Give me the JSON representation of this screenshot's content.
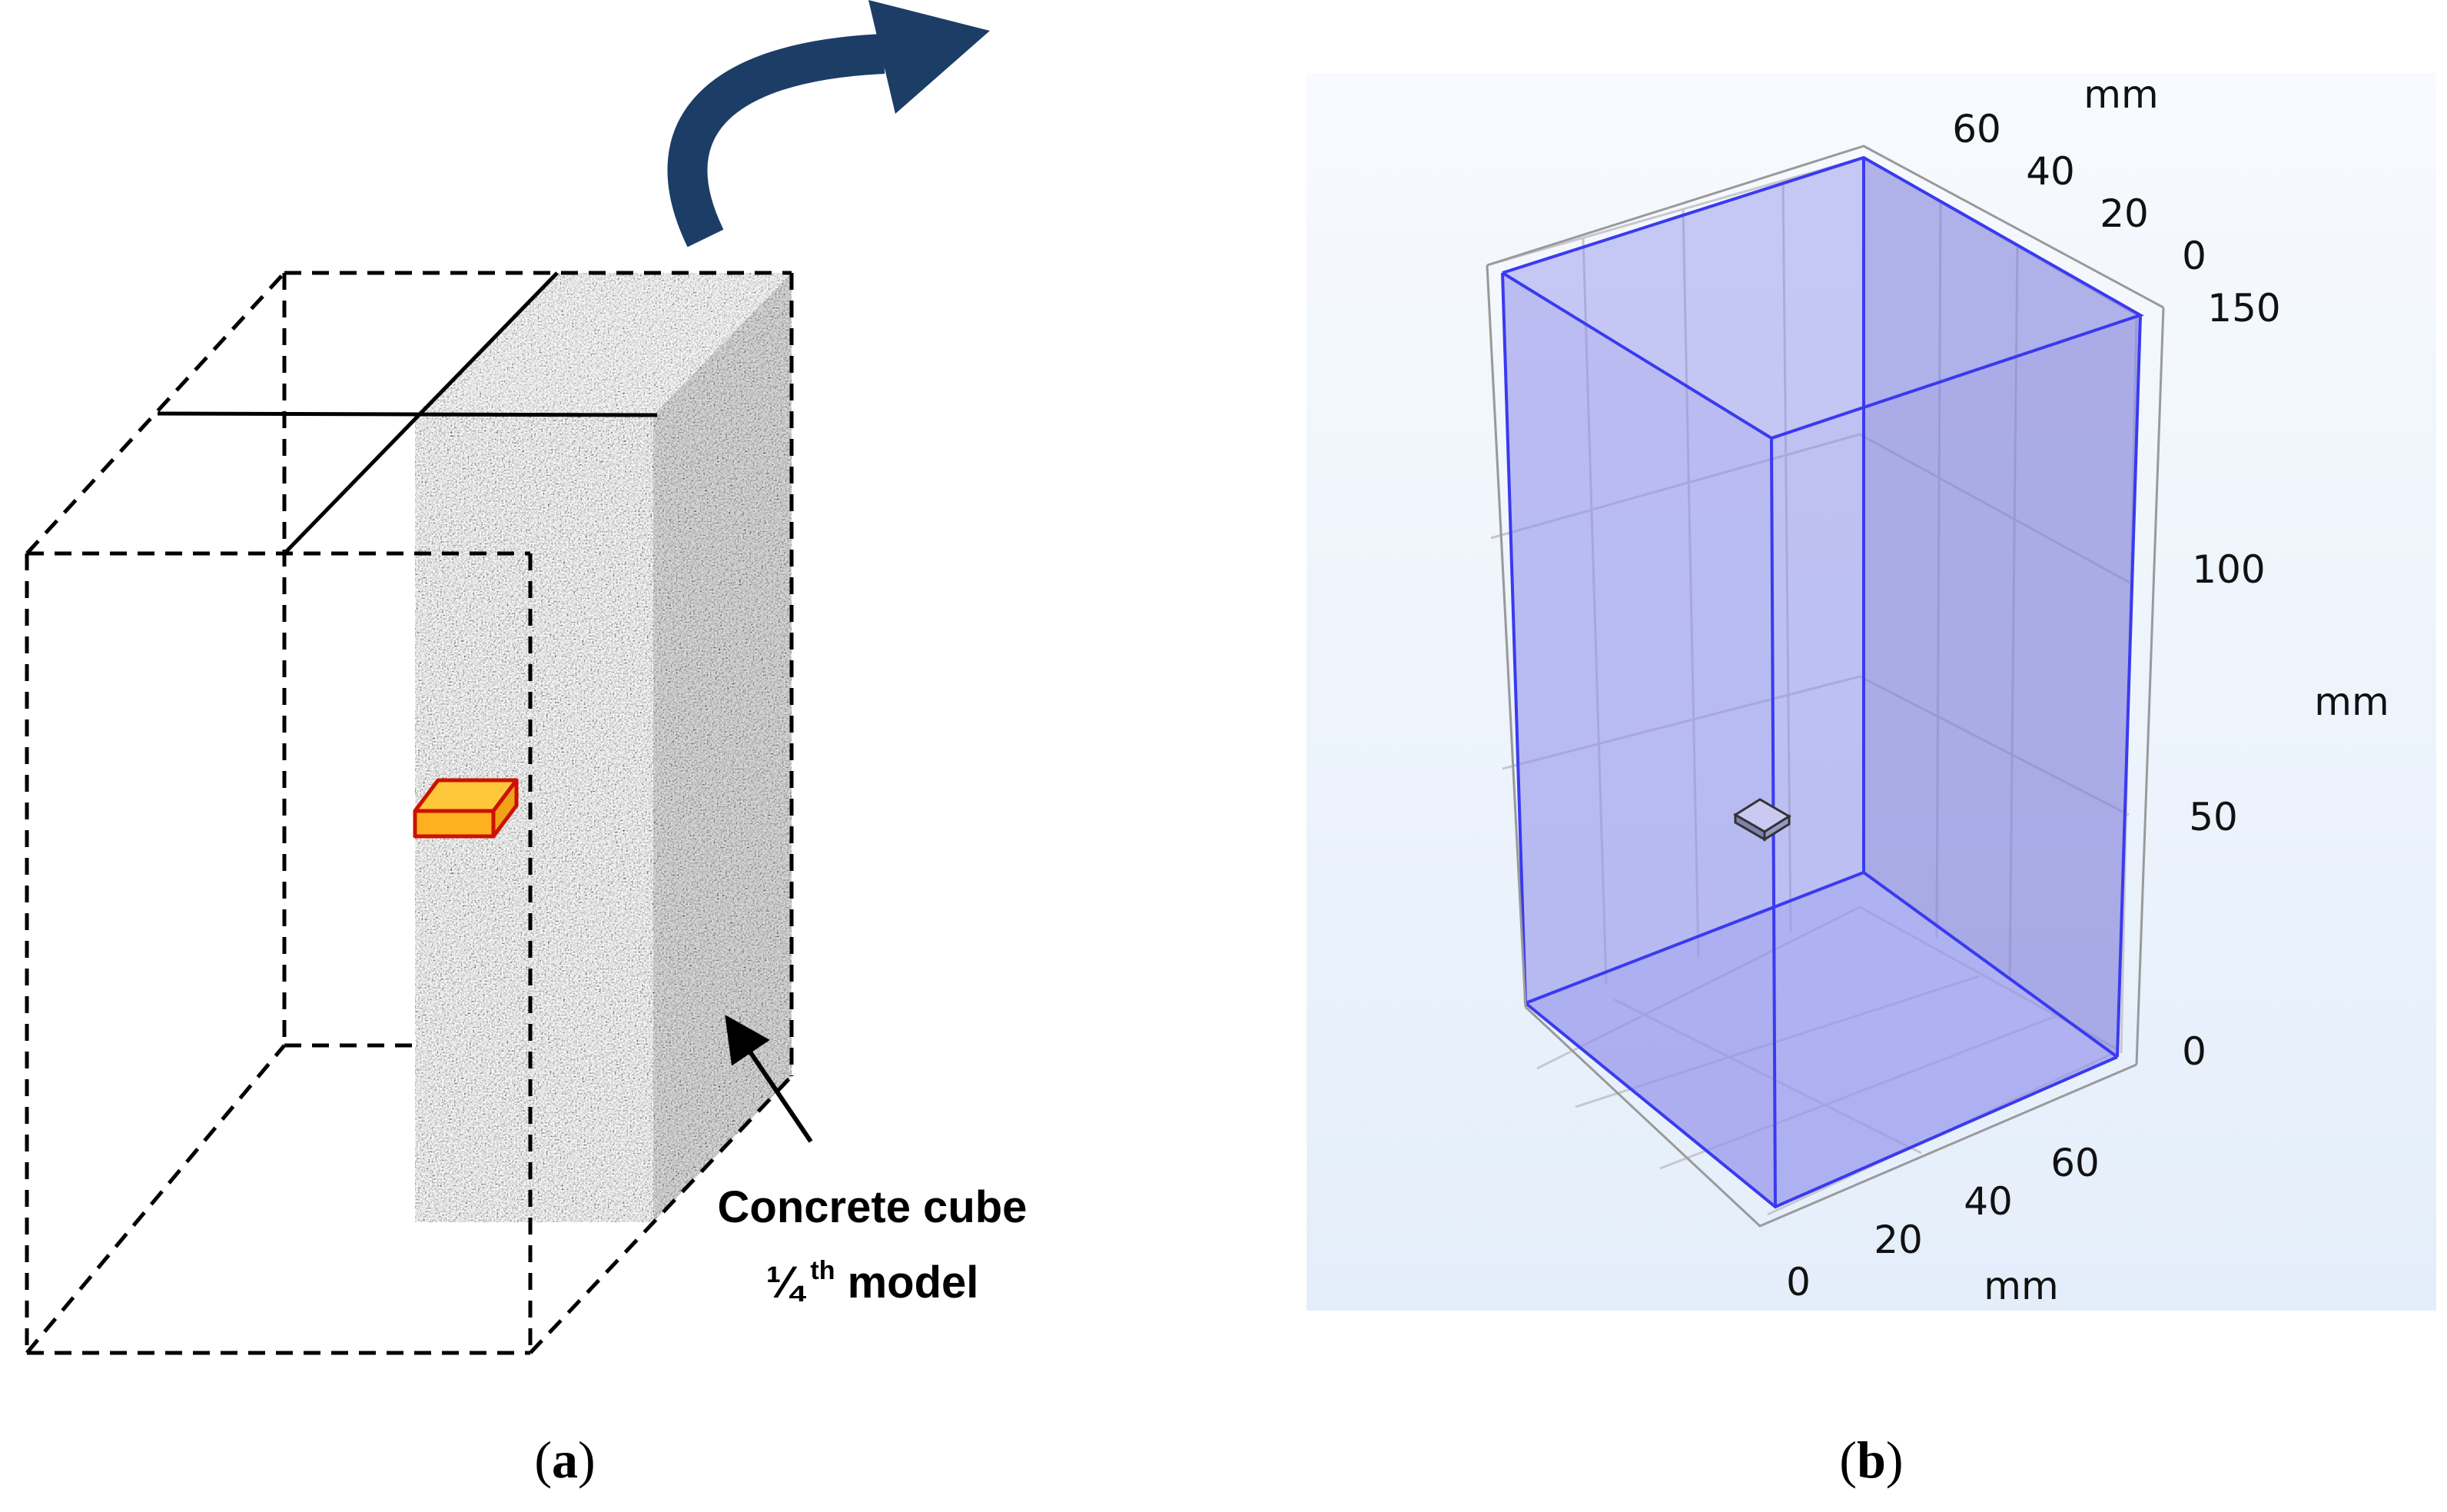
{
  "panel_a": {
    "label_line1": "Concrete cube",
    "label_frac": "¼",
    "label_sup": "th",
    "label_model": "model",
    "caption_open": "(",
    "caption_letter": "a",
    "caption_close": ")",
    "colors": {
      "sensor_fill": "#FFC83A",
      "sensor_stroke": "#CC1100",
      "arrow": "#1C3D66"
    }
  },
  "panel_b": {
    "caption_open": "(",
    "caption_letter": "b",
    "caption_close": ")",
    "axis_y_ticks": [
      "60",
      "40",
      "20",
      "0"
    ],
    "axis_y_unit": "mm",
    "axis_z_ticks": [
      "150",
      "100",
      "50",
      "0"
    ],
    "axis_z_unit": "mm",
    "axis_x_ticks": [
      "60",
      "40",
      "20",
      "0"
    ],
    "axis_x_unit": "mm",
    "colors": {
      "box_edge": "#3A3AF0",
      "box_fill": "#8C8CE8",
      "background": "#E9F1FB"
    }
  }
}
